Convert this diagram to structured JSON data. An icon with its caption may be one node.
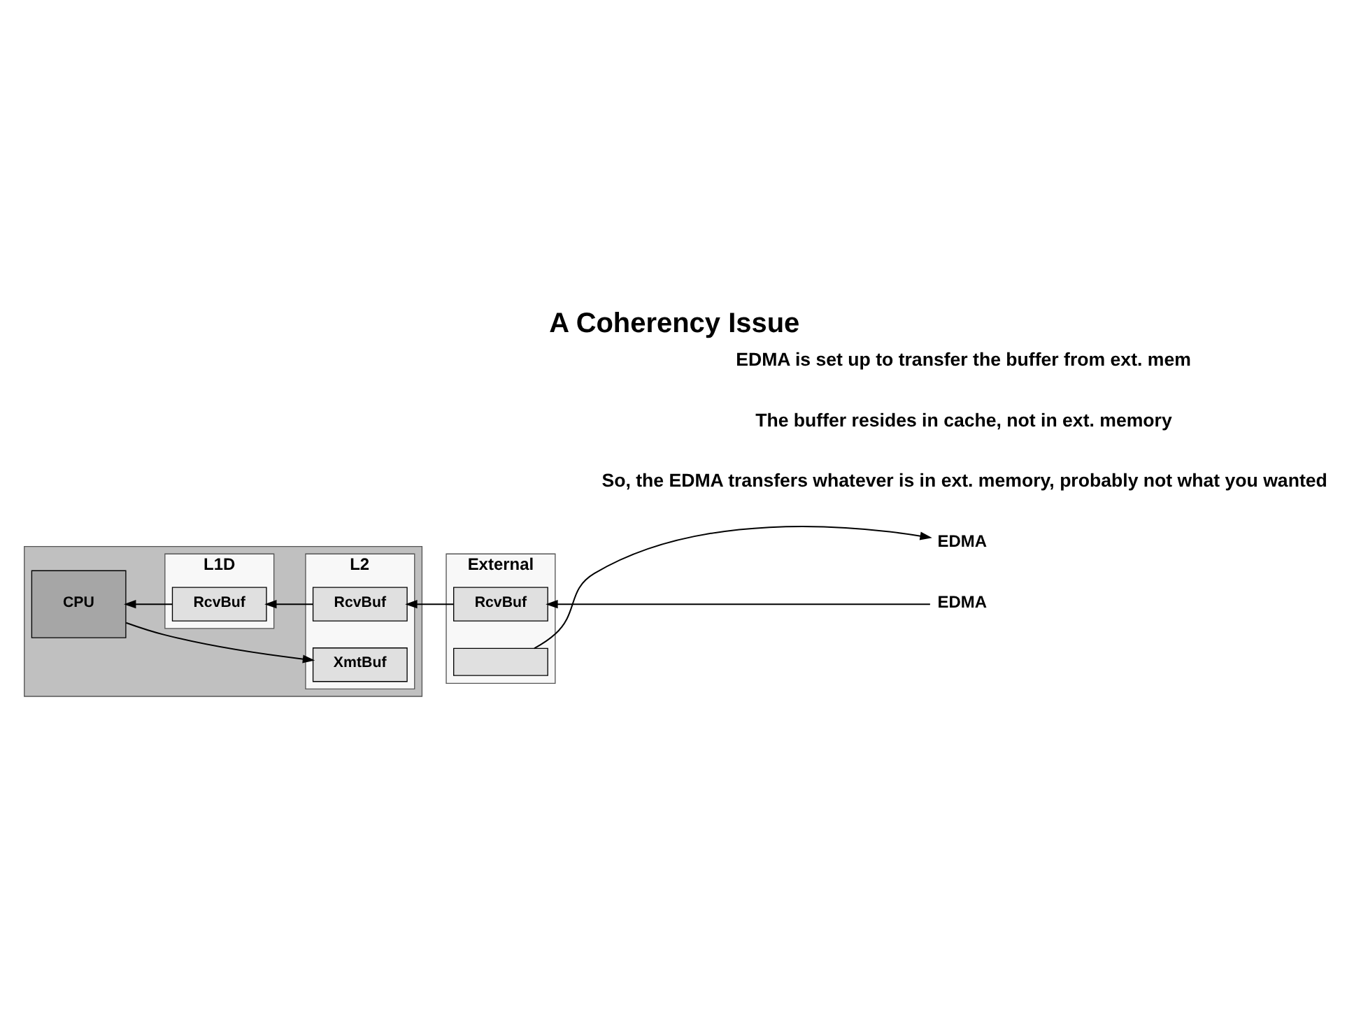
{
  "diagram": {
    "title": "A Coherency Issue",
    "nodes": [
      {
        "text": [],
        "shape": "box"
      },
      {
        "text": [
          "L1D"
        ],
        "in": 0
      },
      {
        "text": [
          "RcvBuf"
        ],
        "in": 1
      },
      {
        "text": [
          "CPU"
        ],
        "in": 0
      },
      {
        "text": [
          "L2"
        ],
        "in": 0
      },
      {
        "text": [
          "RcvBuf"
        ],
        "in": 4
      },
      {
        "text": [
          "XmtBuf"
        ],
        "in": 4
      },
      {
        "text": [
          "External"
        ]
      },
      {
        "text": [
          "RcvBuf"
        ],
        "in": 7
      },
      {
        "text": [],
        "shape": "bar",
        "in": 7
      },
      {
        "text": [
          "EDMA"
        ]
      },
      {
        "text": [
          "EDMA"
        ]
      }
    ],
    "edges": [
      {
        "from": 8,
        "to": 5,
        "arrow": "to"
      },
      {
        "from": 5,
        "to": 2,
        "arrow": "to"
      },
      {
        "from": 2,
        "to": 3,
        "arrow": "to"
      },
      {
        "from": 3,
        "to": 6,
        "arrow": "to"
      },
      {
        "from": 10,
        "to": 8,
        "arrow": "to"
      },
      {
        "from": 9,
        "to": 11,
        "arrow": "to"
      }
    ],
    "labels": [
      "EDMA is set up to transfer the buffer from ext. mem",
      "The buffer resides in cache, not in ext. memory",
      "So, the EDMA transfers whatever is in ext. memory, probably not what you wanted"
    ]
  }
}
